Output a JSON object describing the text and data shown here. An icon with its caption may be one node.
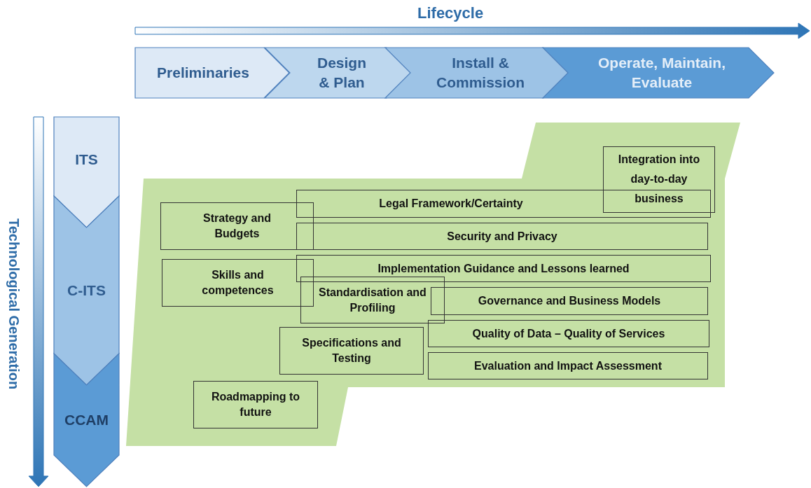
{
  "diagram": {
    "nodes": [
      {
        "text": [
          "Preliminaries"
        ]
      },
      {
        "text": [
          "Design & Plan"
        ]
      },
      {
        "text": [
          "Install & Commission"
        ]
      },
      {
        "text": [
          "Operate, Maintain, Evaluate"
        ]
      },
      {
        "text": [
          "ITS"
        ]
      },
      {
        "text": [
          "C-ITS"
        ]
      },
      {
        "text": [
          "CCAM"
        ]
      },
      {
        "text": [
          "Integration into day-to-day business"
        ]
      },
      {
        "text": [
          "Legal Framework/Certainty"
        ]
      },
      {
        "text": [
          "Strategy and Budgets"
        ]
      },
      {
        "text": [
          "Security and Privacy"
        ]
      },
      {
        "text": [
          "Skills and competences"
        ]
      },
      {
        "text": [
          "Implementation Guidance and Lessons learned"
        ]
      },
      {
        "text": [
          "Standardisation and Profiling"
        ]
      },
      {
        "text": [
          "Governance and Business Models"
        ]
      },
      {
        "text": [
          "Quality of Data – Quality of Services"
        ]
      },
      {
        "text": [
          "Specifications and Testing"
        ]
      },
      {
        "text": [
          "Evaluation and Impact Assessment"
        ]
      },
      {
        "text": [
          "Roadmapping to future"
        ]
      }
    ],
    "edges": [],
    "labels": [
      "Lifecycle",
      "Technological Generation"
    ]
  }
}
